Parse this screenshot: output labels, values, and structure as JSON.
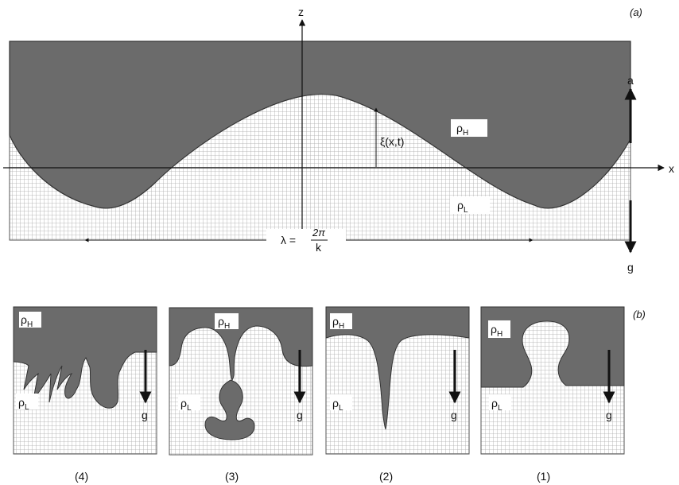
{
  "panel_a": {
    "tag": "(a)",
    "axis_z": "z",
    "axis_x": "x",
    "rho_heavy": "ρ",
    "rho_heavy_sub": "H",
    "rho_light": "ρ",
    "rho_light_sub": "L",
    "amplitude": "ξ(x,t)",
    "accel": "a",
    "gravity": "g",
    "wavelength_lhs": "λ =",
    "wavelength_num": "2π",
    "wavelength_den": "k"
  },
  "panel_b": {
    "tag": "(b)",
    "stages": [
      {
        "caption": "(4)",
        "rho_heavy": "ρ",
        "rho_heavy_sub": "H",
        "rho_light": "ρ",
        "rho_light_sub": "L",
        "gravity": "g"
      },
      {
        "caption": "(3)",
        "rho_heavy": "ρ",
        "rho_heavy_sub": "H",
        "rho_light": "ρ",
        "rho_light_sub": "L",
        "gravity": "g"
      },
      {
        "caption": "(2)",
        "rho_heavy": "ρ",
        "rho_heavy_sub": "H",
        "rho_light": "ρ",
        "rho_light_sub": "L",
        "gravity": "g"
      },
      {
        "caption": "(1)",
        "rho_heavy": "ρ",
        "rho_heavy_sub": "H",
        "rho_light": "ρ",
        "rho_light_sub": "L",
        "gravity": "g"
      }
    ]
  },
  "colors": {
    "heavy_fluid": "#6b6b6b",
    "light_fluid_grid": "#a9a9a9",
    "ink": "#111111"
  }
}
